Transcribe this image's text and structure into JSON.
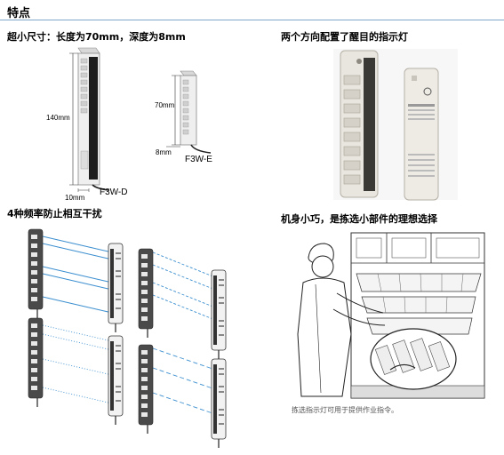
{
  "header": {
    "title": "特点"
  },
  "sections": {
    "size": {
      "title": "超小尺寸：长度为70mm，深度为8mm",
      "dims": {
        "d_height": "140mm",
        "d_width": "10mm",
        "e_height": "70mm",
        "e_depth": "8mm"
      },
      "models": {
        "d": "F3W-D",
        "e": "F3W-E"
      }
    },
    "indicators": {
      "title": "两个方向配置了醒目的指示灯"
    },
    "frequency": {
      "title": "4种频率防止相互干扰"
    },
    "picking": {
      "title": "机身小巧，是拣选小部件的理想选择",
      "caption": "拣选指示灯可用于提供作业指令。"
    }
  },
  "colors": {
    "rule": "#7fa7c9",
    "beam_solid": "#3c8fd0",
    "sensor_body": "#4a4a4a"
  }
}
